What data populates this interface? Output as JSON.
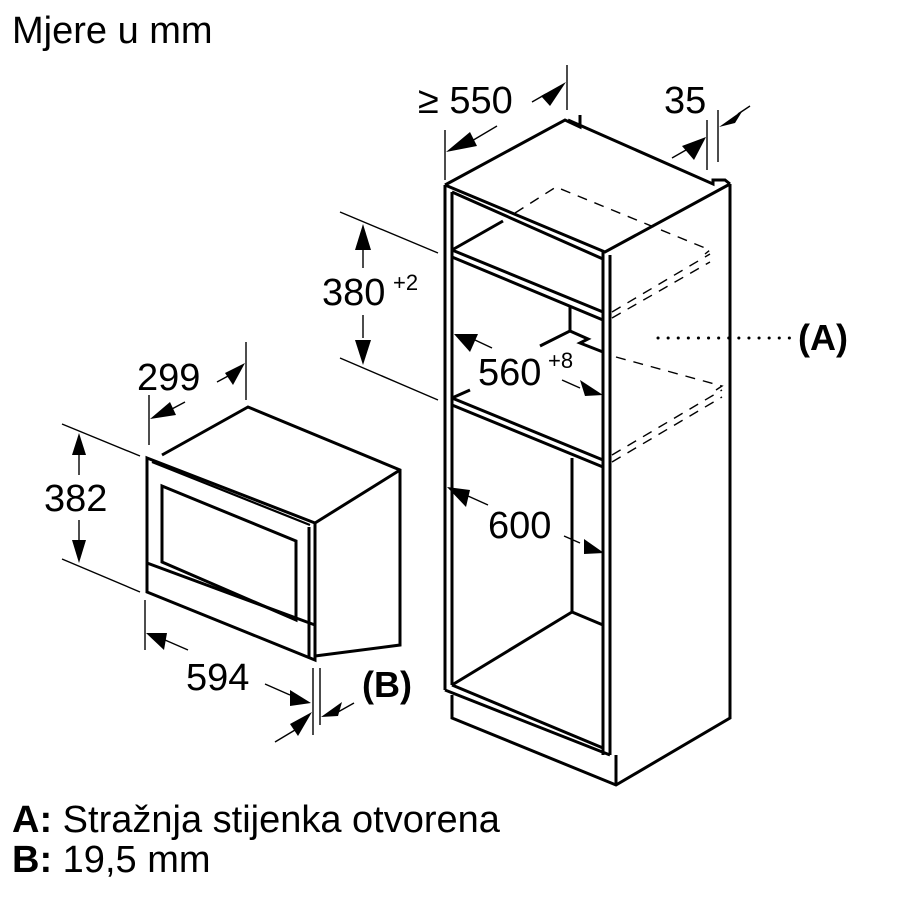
{
  "header": {
    "title": "Mjere u mm"
  },
  "dimensions": {
    "cabinet_depth": "≥ 550",
    "top_offset": "35",
    "niche_height": "380",
    "niche_height_tol": "+2",
    "niche_width": "560",
    "niche_width_tol": "+8",
    "cabinet_width": "600",
    "appliance_depth": "299",
    "appliance_height": "382",
    "appliance_width": "594"
  },
  "callouts": {
    "a": "(A)",
    "b": "(B)"
  },
  "legend": {
    "items": [
      {
        "key": "A:",
        "text": "Stražnja stijenka otvorena"
      },
      {
        "key": "B:",
        "text": "19,5 mm"
      }
    ]
  },
  "colors": {
    "line": "#000000",
    "background": "#ffffff"
  }
}
